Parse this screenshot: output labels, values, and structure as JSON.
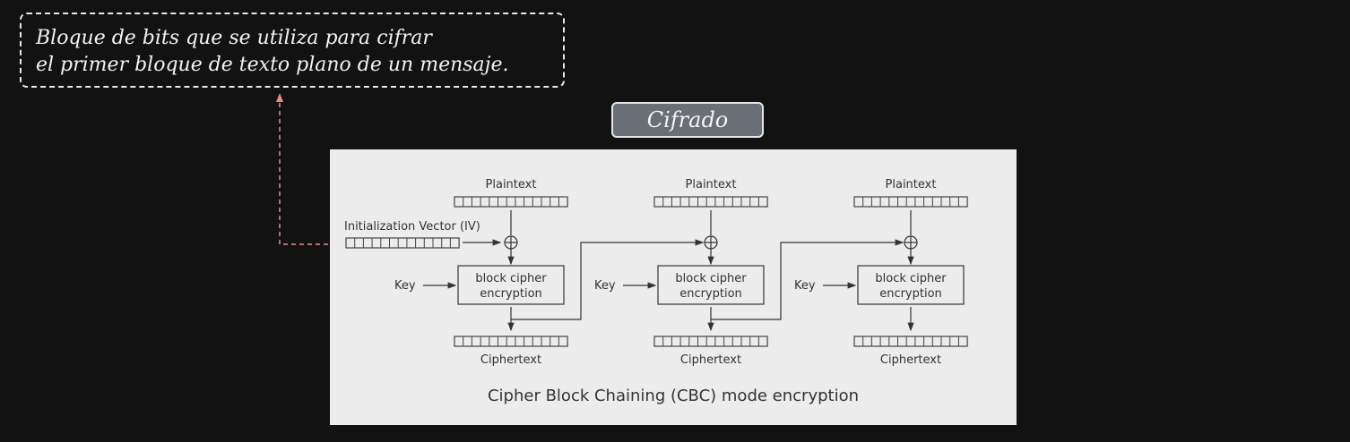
{
  "note": {
    "lines": [
      "Bloque de bits que se utiliza para cifrar",
      "el primer bloque de texto plano de un mensaje."
    ]
  },
  "badge": {
    "label": "Cifrado"
  },
  "diagram": {
    "title": "Cipher Block Chaining (CBC) mode encryption",
    "iv_label": "Initialization Vector (IV)",
    "stages": [
      {
        "plaintext": "Plaintext",
        "key": "Key",
        "block_line1": "block cipher",
        "block_line2": "encryption",
        "ciphertext": "Ciphertext"
      },
      {
        "plaintext": "Plaintext",
        "key": "Key",
        "block_line1": "block cipher",
        "block_line2": "encryption",
        "ciphertext": "Ciphertext"
      },
      {
        "plaintext": "Plaintext",
        "key": "Key",
        "block_line1": "block cipher",
        "block_line2": "encryption",
        "ciphertext": "Ciphertext"
      }
    ],
    "cells_per_block": 13
  },
  "colors": {
    "connector": "#e88a8a",
    "panel": "#ececec",
    "badge": "#6a6e75"
  }
}
